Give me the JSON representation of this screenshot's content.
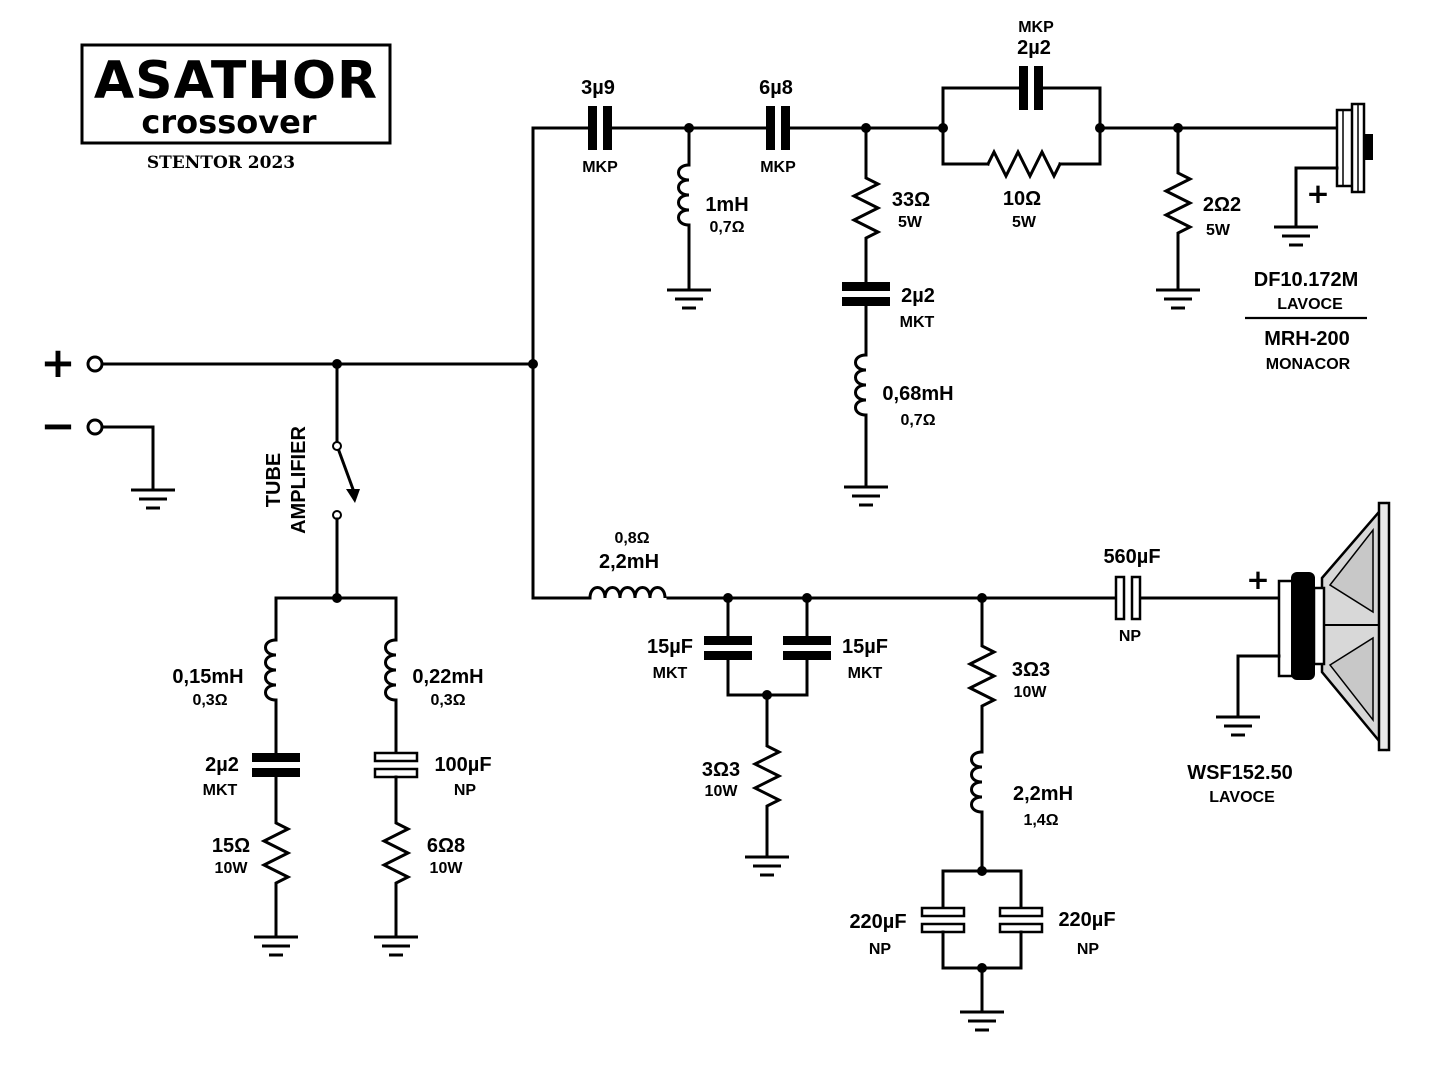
{
  "logo": {
    "title": "ASATHOR",
    "subtitle": "crossover",
    "tagline": "STENTOR 2023"
  },
  "input": {
    "plus": "+",
    "minus": "−"
  },
  "switch": {
    "label_line1": "TUBE",
    "label_line2": "AMPLIFIER"
  },
  "tweeter_branch": {
    "c1": {
      "value": "3µ9",
      "type": "MKP"
    },
    "l1": {
      "value": "1mH",
      "res": "0,7Ω"
    },
    "c2": {
      "value": "6µ8",
      "type": "MKP"
    },
    "r_zobel": {
      "value": "33Ω",
      "power": "5W"
    },
    "c_zobel": {
      "value": "2µ2",
      "type": "MKT"
    },
    "l_zobel": {
      "value": "0,68mH",
      "res": "0,7Ω"
    },
    "c_bypass": {
      "type": "MKP",
      "value": "2µ2"
    },
    "r_series": {
      "value": "10Ω",
      "power": "5W"
    },
    "r_shunt": {
      "value": "2Ω2",
      "power": "5W"
    },
    "driver": {
      "plus": "+",
      "model1": "DF10.172M",
      "brand1": "LAVOCE",
      "model2": "MRH-200",
      "brand2": "MONACOR"
    }
  },
  "woofer_branch": {
    "l1": {
      "res": "0,8Ω",
      "value": "2,2mH"
    },
    "c_left": {
      "value": "15µF",
      "type": "MKT"
    },
    "c_right": {
      "value": "15µF",
      "type": "MKT"
    },
    "r_notch": {
      "value": "3Ω3",
      "power": "10W"
    },
    "r_zobel": {
      "value": "3Ω3",
      "power": "10W"
    },
    "l_zobel": {
      "value": "2,2mH",
      "res": "1,4Ω"
    },
    "c_zobel_left": {
      "value": "220µF",
      "type": "NP"
    },
    "c_zobel_right": {
      "value": "220µF",
      "type": "NP"
    },
    "c_series": {
      "value": "560µF",
      "type": "NP"
    },
    "driver": {
      "plus": "+",
      "model": "WSF152.50",
      "brand": "LAVOCE"
    }
  },
  "tube_load": {
    "left": {
      "inductor": {
        "value": "0,15mH",
        "res": "0,3Ω"
      },
      "capacitor": {
        "value": "2µ2",
        "type": "MKT"
      },
      "resistor": {
        "value": "15Ω",
        "power": "10W"
      }
    },
    "right": {
      "inductor": {
        "value": "0,22mH",
        "res": "0,3Ω"
      },
      "capacitor": {
        "value": "100µF",
        "type": "NP"
      },
      "resistor": {
        "value": "6Ω8",
        "power": "10W"
      }
    }
  }
}
